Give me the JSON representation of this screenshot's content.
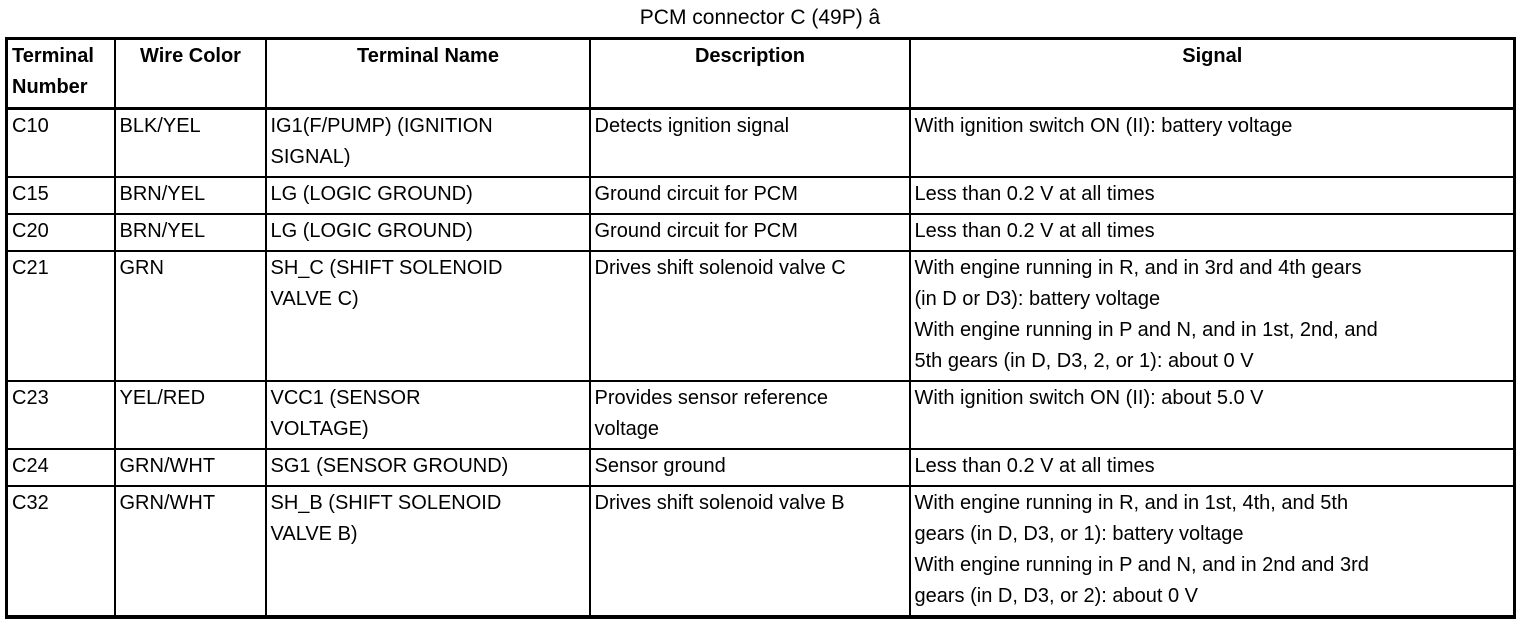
{
  "title": "PCM connector C (49P) â",
  "table": {
    "headers": [
      "Terminal Number",
      "Wire Color",
      "Terminal Name",
      "Description",
      "Signal"
    ],
    "rows": [
      {
        "terminal_number": "C10",
        "wire_color": "BLK/YEL",
        "terminal_name": "IG1(F/PUMP) (IGNITION\nSIGNAL)",
        "description": "Detects ignition signal",
        "signal": "With ignition switch ON (II): battery voltage"
      },
      {
        "terminal_number": "C15",
        "wire_color": "BRN/YEL",
        "terminal_name": "LG (LOGIC GROUND)",
        "description": "Ground circuit for PCM",
        "signal": "Less than 0.2 V at all times"
      },
      {
        "terminal_number": "C20",
        "wire_color": "BRN/YEL",
        "terminal_name": "LG (LOGIC GROUND)",
        "description": "Ground circuit for PCM",
        "signal": "Less than 0.2 V at all times"
      },
      {
        "terminal_number": "C21",
        "wire_color": "GRN",
        "terminal_name": "SH_C (SHIFT SOLENOID\nVALVE C)",
        "description": "Drives shift solenoid valve C",
        "signal": "With engine running in R, and in 3rd and 4th gears\n(in D or D3): battery voltage\nWith engine running in P and N, and in 1st, 2nd, and\n5th gears (in D, D3, 2, or 1): about 0 V"
      },
      {
        "terminal_number": "C23",
        "wire_color": "YEL/RED",
        "terminal_name": "VCC1 (SENSOR\nVOLTAGE)",
        "description": "Provides sensor reference\nvoltage",
        "signal": "With ignition switch ON (II): about 5.0 V"
      },
      {
        "terminal_number": "C24",
        "wire_color": "GRN/WHT",
        "terminal_name": "SG1 (SENSOR GROUND)",
        "description": "Sensor ground",
        "signal": "Less than 0.2 V at all times"
      },
      {
        "terminal_number": "C32",
        "wire_color": "GRN/WHT",
        "terminal_name": "SH_B (SHIFT SOLENOID\nVALVE B)",
        "description": "Drives shift solenoid valve B",
        "signal": "With engine running in R, and in 1st, 4th, and 5th\ngears (in D, D3, or 1): battery voltage\nWith engine running in P and N, and in 2nd and 3rd\ngears (in D, D3, or 2): about 0 V"
      }
    ]
  }
}
